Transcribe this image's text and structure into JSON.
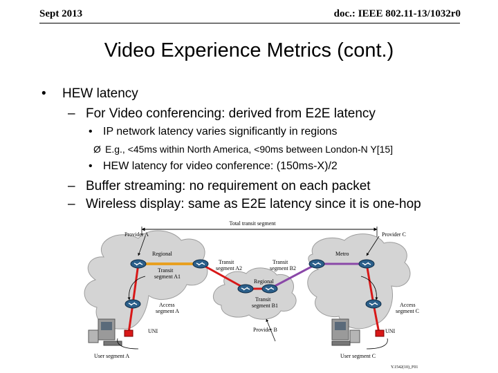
{
  "header": {
    "date": "Sept 2013",
    "doc": "doc.: IEEE 802.11-13/1032r0"
  },
  "slide": {
    "title": "Video Experience Metrics (cont.)",
    "bullets": {
      "b1": {
        "marker": "•",
        "text": "HEW latency"
      },
      "b2": {
        "marker": "–",
        "text": "For Video conferencing: derived from E2E latency"
      },
      "b3": {
        "marker": "•",
        "text": "IP network latency varies significantly in regions"
      },
      "b4": {
        "marker": "Ø",
        "text": "E.g., <45ms within North America, <90ms between London-N Y[15]"
      },
      "b5": {
        "marker": "•",
        "text": "HEW latency for video conference: (150ms-X)/2"
      },
      "b6": {
        "marker": "–",
        "text": "Buffer streaming: no requirement on each packet"
      },
      "b7": {
        "marker": "–",
        "text": "Wireless display: same as E2E latency since it is one-hop"
      }
    }
  },
  "figure": {
    "total_segment": "Total transit segment",
    "provider_a": "Provider A",
    "provider_b": "Provider B",
    "provider_c": "Provider C",
    "regional_a": "Regional",
    "regional_b": "Regional",
    "metro": "Metro",
    "transit_a1_l1": "Transit",
    "transit_a1_l2": "segment A1",
    "transit_a2_l1": "Transit",
    "transit_a2_l2": "segment A2",
    "transit_b2_l1": "Transit",
    "transit_b2_l2": "segment B2",
    "transit_b1_l1": "Transit",
    "transit_b1_l2": "segment B1",
    "access_a_l1": "Access",
    "access_a_l2": "segment A",
    "access_c_l1": "Access",
    "access_c_l2": "segment C",
    "uni_a": "UNI",
    "uni_c": "UNI",
    "user_a": "User segment A",
    "user_c": "User segment C",
    "figure_id": "Y.1542(10)_F01",
    "colors": {
      "orange_link": "#e8a020",
      "red_link": "#d81818",
      "purple_link": "#8a48a8",
      "router": "#2b5f8a",
      "cloud": "#d4d4d4"
    }
  }
}
